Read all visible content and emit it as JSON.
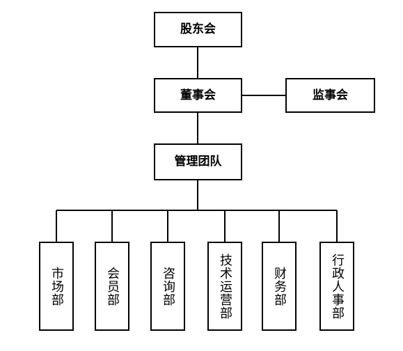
{
  "org": {
    "shareholders": "股东会",
    "board": "董事会",
    "supervisors": "监事会",
    "management": "管理团队",
    "departments": [
      {
        "id": "market",
        "label": "市场部"
      },
      {
        "id": "member",
        "label": "会员部"
      },
      {
        "id": "consult",
        "label": "咨询部"
      },
      {
        "id": "tech-ops",
        "label": "技术运营部"
      },
      {
        "id": "finance",
        "label": "财务部"
      },
      {
        "id": "admin-hr",
        "label": "行政人事部"
      }
    ]
  },
  "colors": {
    "line": "#000000",
    "box_border": "#000000",
    "box_fill": "#ffffff",
    "text": "#000000"
  }
}
